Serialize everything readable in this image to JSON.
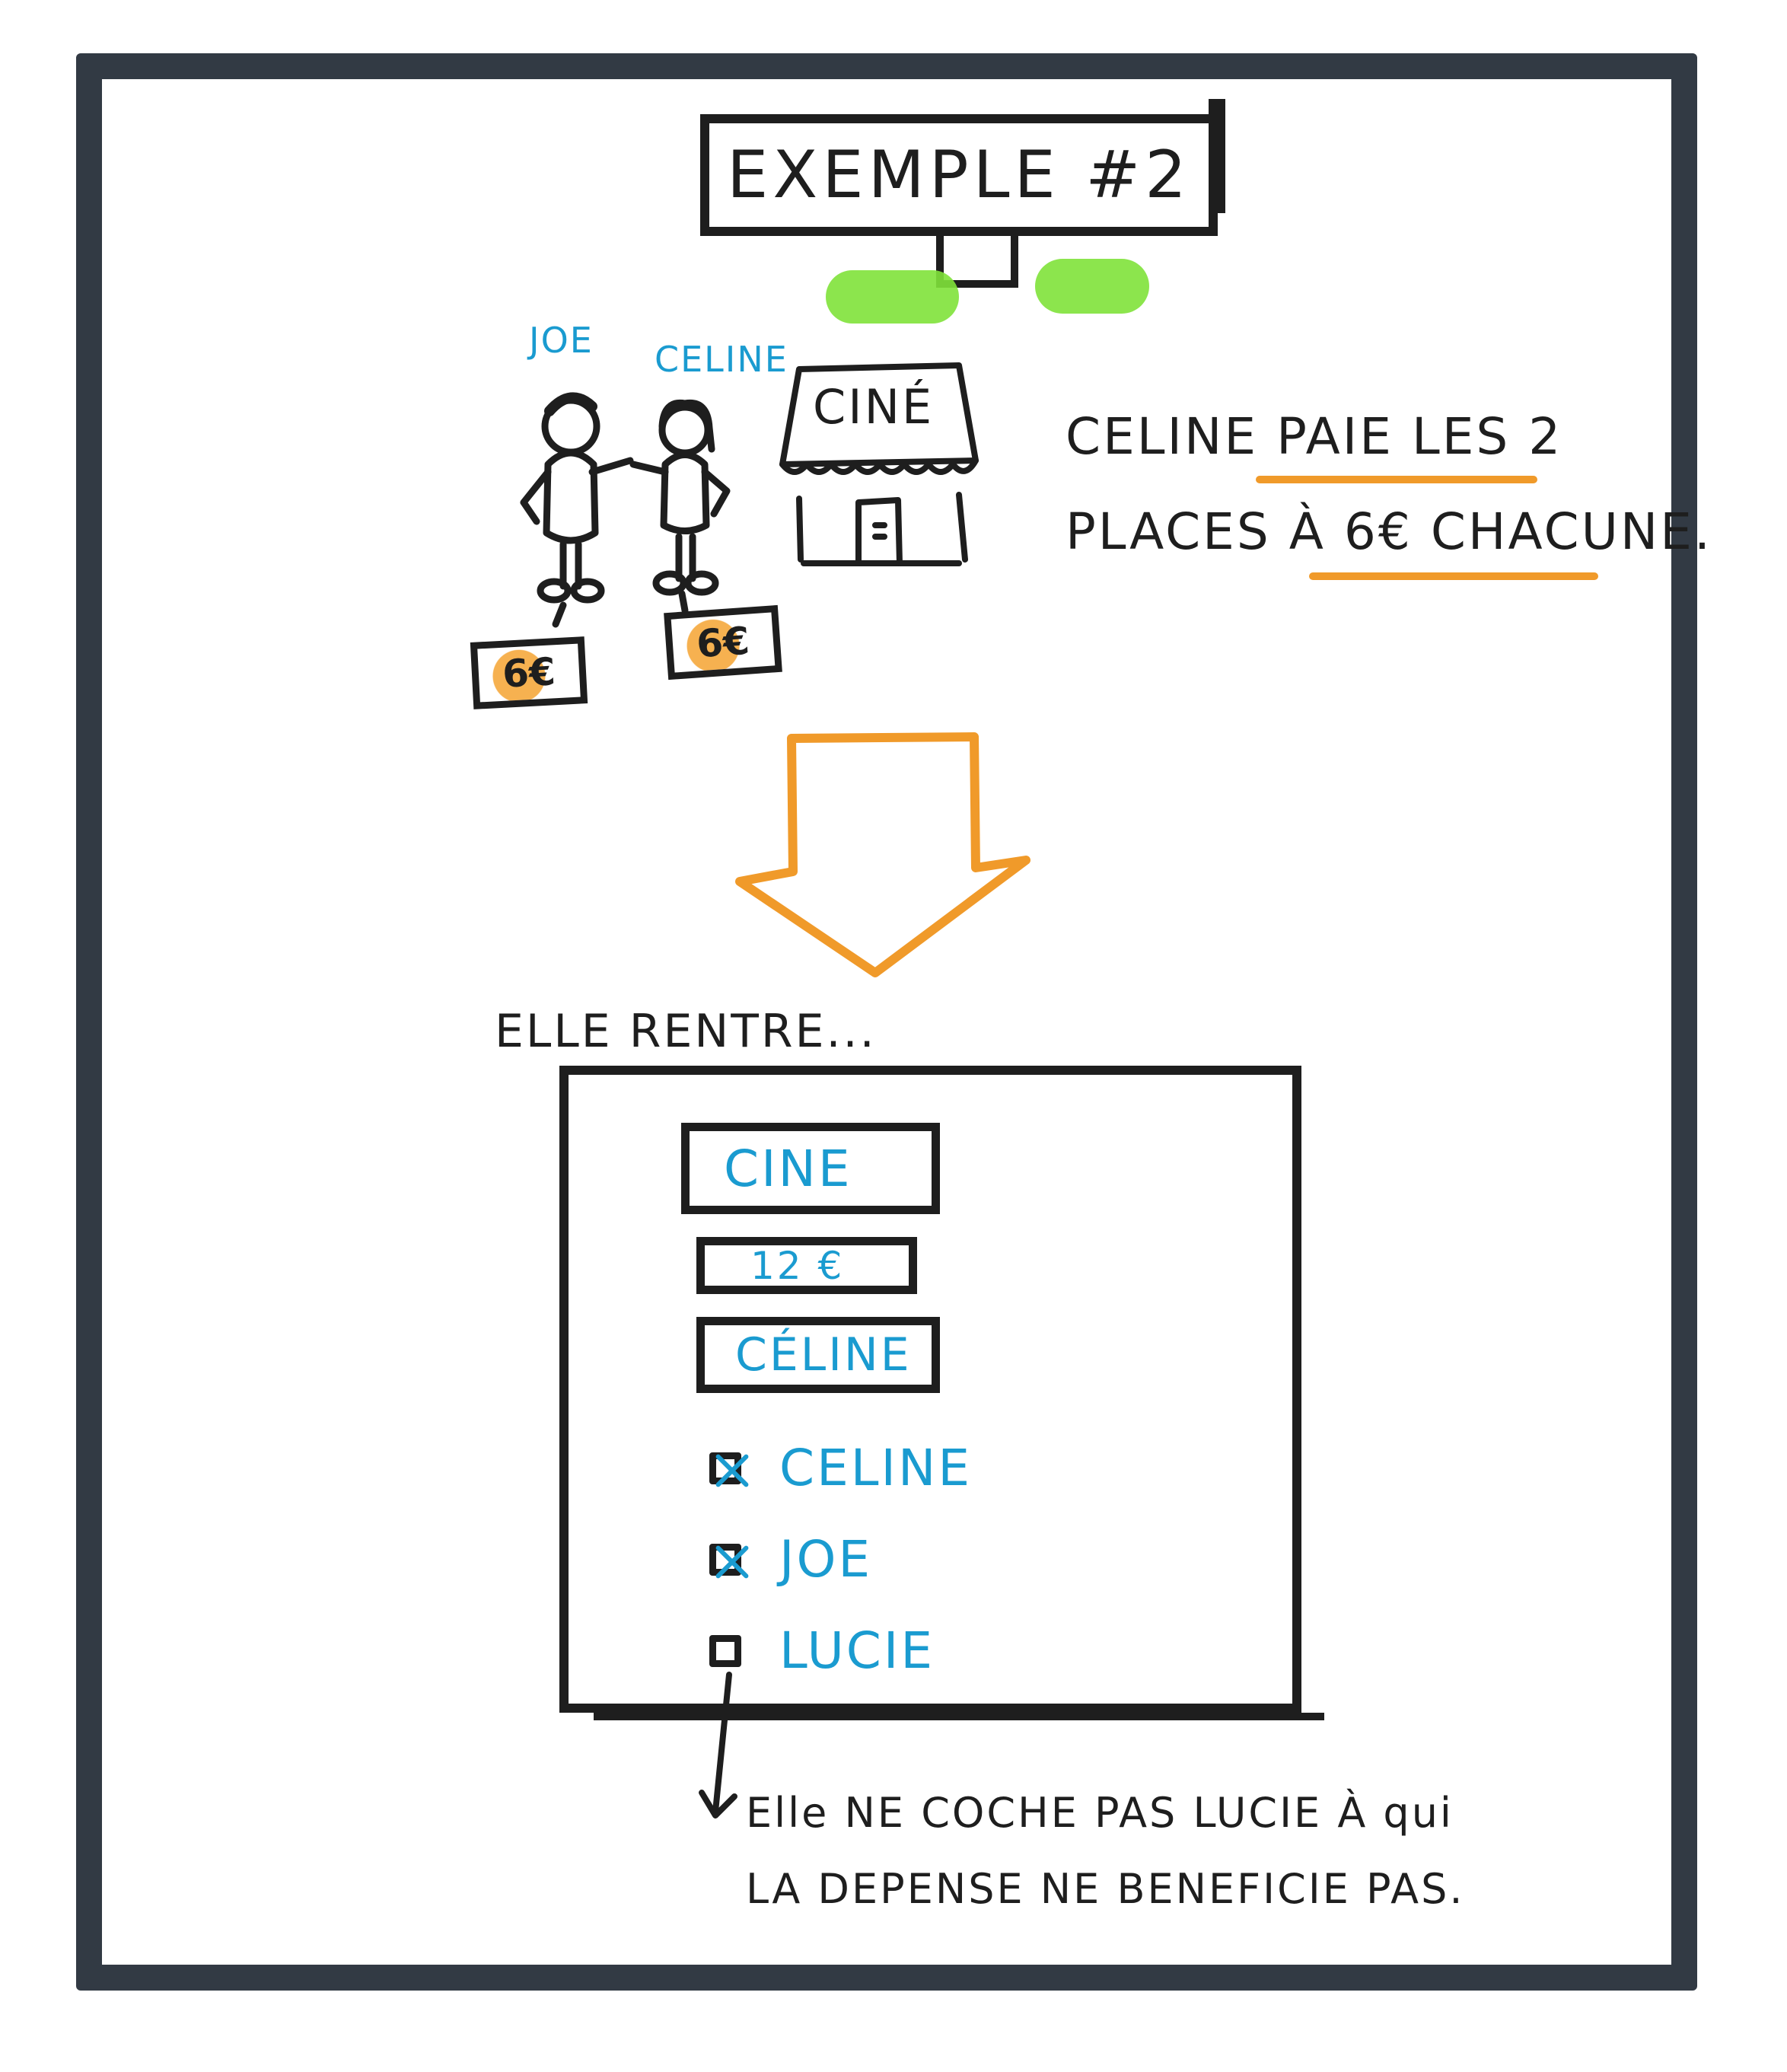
{
  "title": "EXEMPLE #2",
  "people": {
    "joe": "JOE",
    "celine": "CELINE"
  },
  "cinema_sign": "CINÉ",
  "tickets": [
    "6€",
    "6€"
  ],
  "statement": {
    "line1": "CELINE PAIE LES 2",
    "line2": "PLACES À 6€ CHACUNE."
  },
  "step_label": "ELLE RENTRE...",
  "form": {
    "title_value": "CINE",
    "amount_value": "12 €",
    "payer_value": "CÉLINE",
    "participants": [
      {
        "label": "CELINE",
        "checked": true
      },
      {
        "label": "JOE",
        "checked": true
      },
      {
        "label": "LUCIE",
        "checked": false
      }
    ]
  },
  "note": {
    "line1": "Elle NE COCHE PAS LUCIE À qui",
    "line2": "LA DEPENSE NE BENEFICIE PAS."
  },
  "colors": {
    "frame": "#323a44",
    "ink": "#1e1e1e",
    "blue": "#1a9bd0",
    "orange": "#f09a2a",
    "green": "#7fe23a"
  }
}
